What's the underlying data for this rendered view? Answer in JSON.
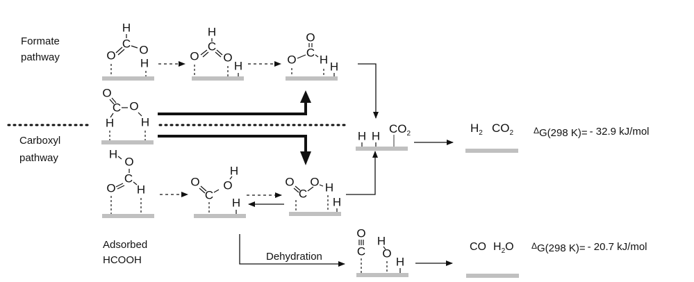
{
  "labels": {
    "formate_line1": "Formate",
    "formate_line2": "pathway",
    "carboxyl_line1": "Carboxyl",
    "carboxyl_line2": "pathway",
    "adsorbed_line1": "Adsorbed",
    "adsorbed_line2": "HCOOH",
    "dehydration": "Dehydration"
  },
  "atoms": {
    "H": "H",
    "C": "C",
    "O": "O"
  },
  "products": {
    "dehydrogenation": {
      "h2": "H",
      "h2_sub": "2",
      "co2": "CO",
      "co2_sub": "2",
      "dg_prefix": "Δ",
      "dg_label": "G(298 K)=",
      "dg_value": "- 32.9 kJ/mol"
    },
    "dehydration": {
      "co": "CO",
      "h2o_h": "H",
      "h2o_sub": "2",
      "h2o_o": "O",
      "dg_prefix": "Δ",
      "dg_label": "G(298 K)=",
      "dg_value": "- 20.7 kJ/mol"
    },
    "intermediate": {
      "h": "H",
      "co2": "CO",
      "co2_sub": "2"
    }
  }
}
